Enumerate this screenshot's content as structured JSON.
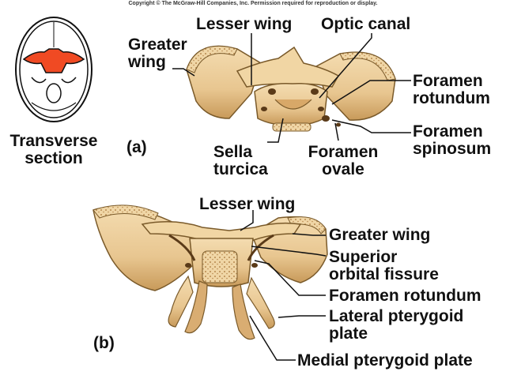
{
  "copyright": "Copyright © The McGraw-Hill Companies, Inc. Permission required for reproduction or display.",
  "inset": {
    "caption_line1": "Transverse",
    "caption_line2": "section"
  },
  "panel_a": {
    "tag": "(a)",
    "labels": {
      "greater_wing_1": "Greater",
      "greater_wing_2": "wing",
      "lesser_wing": "Lesser wing",
      "optic_canal": "Optic canal",
      "foramen_rotundum_1": "Foramen",
      "foramen_rotundum_2": "rotundum",
      "foramen_spinosum_1": "Foramen",
      "foramen_spinosum_2": "spinosum",
      "sella_turcica_1": "Sella",
      "sella_turcica_2": "turcica",
      "foramen_ovale_1": "Foramen",
      "foramen_ovale_2": "ovale"
    }
  },
  "panel_b": {
    "tag": "(b)",
    "labels": {
      "lesser_wing": "Lesser wing",
      "greater_wing": "Greater wing",
      "superior_orbital_fissure_1": "Superior",
      "superior_orbital_fissure_2": "orbital fissure",
      "foramen_rotundum": "Foramen rotundum",
      "lateral_pterygoid_plate_1": "Lateral pterygoid",
      "lateral_pterygoid_plate_2": "plate",
      "medial_pterygoid_plate": "Medial pterygoid plate"
    }
  },
  "colors": {
    "bone": "#e8c690",
    "bone_dark": "#c89a5a",
    "bone_light": "#f4dcb0",
    "highlight": "#f04a23",
    "line": "#111111"
  }
}
